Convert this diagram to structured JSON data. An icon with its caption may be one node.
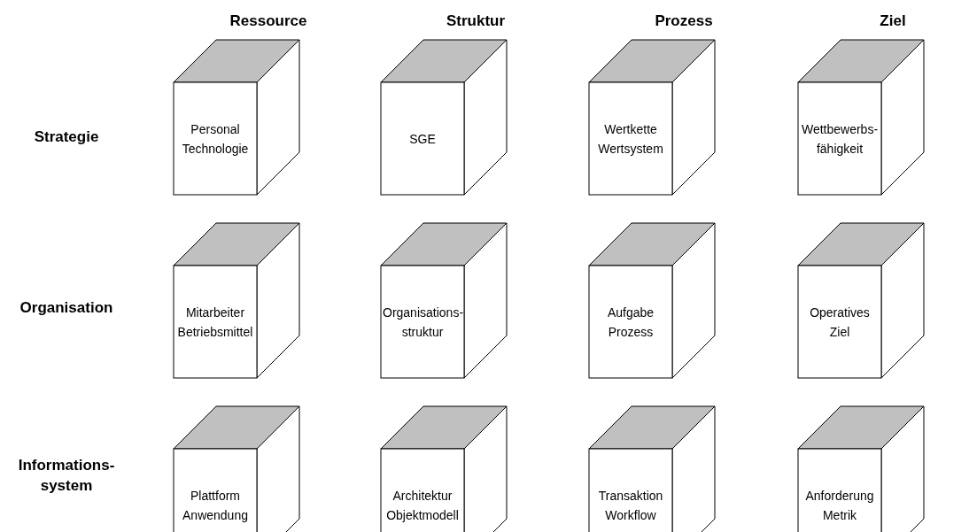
{
  "diagram": {
    "nodes": [
      {
        "text": [
          "Personal Technologie"
        ]
      },
      {
        "text": [
          "SGE"
        ]
      },
      {
        "text": [
          "Wertkette Wertsystem"
        ]
      },
      {
        "text": [
          "Wettbewerbs- fähigkeit"
        ]
      },
      {
        "text": [
          "Mitarbeiter Betriebsmittel"
        ]
      },
      {
        "text": [
          "Organisations- struktur"
        ]
      },
      {
        "text": [
          "Aufgabe Prozess"
        ]
      },
      {
        "text": [
          "Operatives Ziel"
        ]
      },
      {
        "text": [
          "Plattform Anwendung"
        ]
      },
      {
        "text": [
          "Architektur Objektmodell"
        ]
      },
      {
        "text": [
          "Transaktion Workflow"
        ]
      },
      {
        "text": [
          "Anforderung Metrik"
        ]
      }
    ],
    "labels": [
      "Ressource",
      "Struktur",
      "Prozess",
      "Ziel",
      "Strategie",
      "Organisation",
      "Informations- system"
    ]
  }
}
